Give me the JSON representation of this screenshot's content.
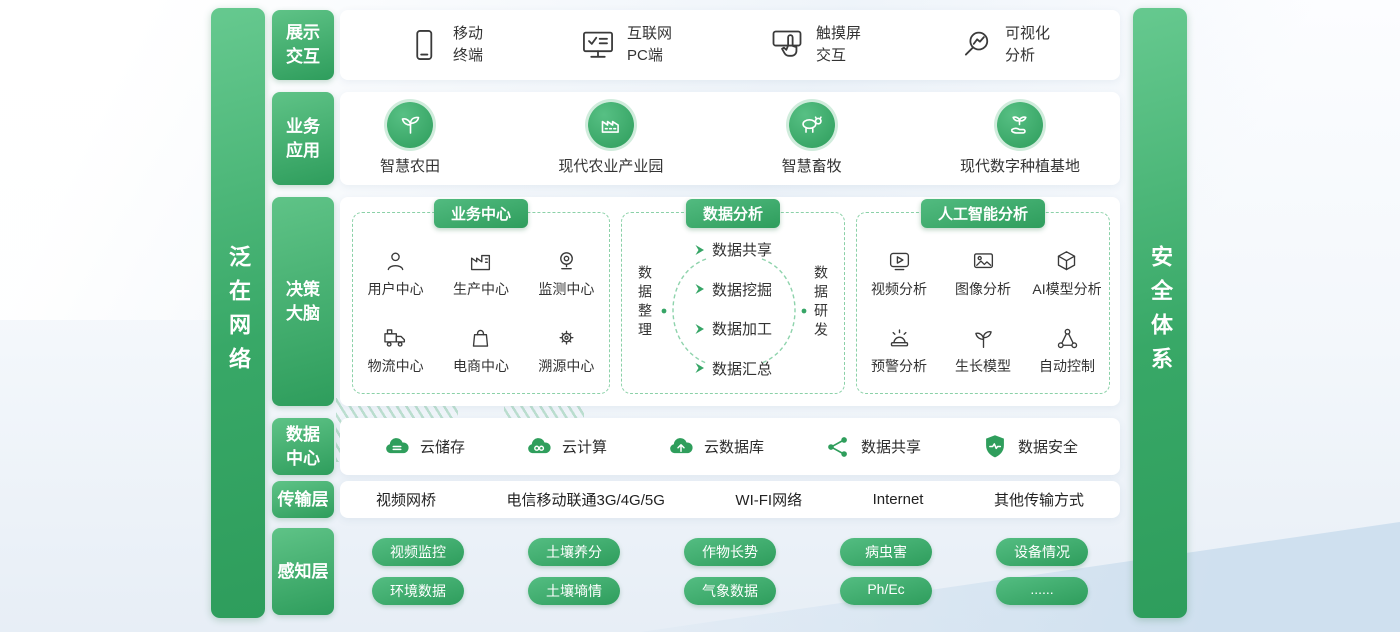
{
  "left_bar": {
    "label": "泛在网络"
  },
  "right_bar": {
    "label": "安全体系"
  },
  "display_layer": {
    "tab": "展示\n交互",
    "items": [
      {
        "icon": "mobile-icon",
        "label": "移动\n终端"
      },
      {
        "icon": "pc-icon",
        "label": "互联网\nPC端"
      },
      {
        "icon": "touch-icon",
        "label": "触摸屏\n交互"
      },
      {
        "icon": "visual-analysis-icon",
        "label": "可视化\n分析"
      }
    ]
  },
  "business_layer": {
    "tab": "业务\n应用",
    "items": [
      {
        "icon": "farmland-icon",
        "label": "智慧农田"
      },
      {
        "icon": "industrial-park-icon",
        "label": "现代农业产业园"
      },
      {
        "icon": "livestock-icon",
        "label": "智慧畜牧"
      },
      {
        "icon": "planting-base-icon",
        "label": "现代数字种植基地"
      }
    ]
  },
  "decision_layer": {
    "tab": "决策\n大脑",
    "business_center": {
      "title": "业务中心",
      "items": [
        {
          "icon": "user-icon",
          "label": "用户中心"
        },
        {
          "icon": "production-icon",
          "label": "生产中心"
        },
        {
          "icon": "monitoring-icon",
          "label": "监测中心"
        },
        {
          "icon": "logistics-icon",
          "label": "物流中心"
        },
        {
          "icon": "ecommerce-icon",
          "label": "电商中心"
        },
        {
          "icon": "traceability-icon",
          "label": "溯源中心"
        }
      ]
    },
    "data_analysis": {
      "title": "数据分析",
      "left_label": "数据整理",
      "right_label": "数据研发",
      "items": [
        "数据共享",
        "数据挖掘",
        "数据加工",
        "数据汇总"
      ]
    },
    "ai_analysis": {
      "title": "人工智能分析",
      "items": [
        {
          "icon": "video-analysis-icon",
          "label": "视频分析"
        },
        {
          "icon": "image-analysis-icon",
          "label": "图像分析"
        },
        {
          "icon": "ai-model-icon",
          "label": "AI模型分析"
        },
        {
          "icon": "warning-analysis-icon",
          "label": "预警分析"
        },
        {
          "icon": "growth-model-icon",
          "label": "生长模型"
        },
        {
          "icon": "auto-control-icon",
          "label": "自动控制"
        }
      ]
    }
  },
  "data_center_layer": {
    "tab": "数据\n中心",
    "items": [
      {
        "icon": "cloud-storage-icon",
        "label": "云储存"
      },
      {
        "icon": "cloud-computing-icon",
        "label": "云计算"
      },
      {
        "icon": "cloud-database-icon",
        "label": "云数据库"
      },
      {
        "icon": "data-share-icon",
        "label": "数据共享"
      },
      {
        "icon": "data-security-icon",
        "label": "数据安全"
      }
    ]
  },
  "transport_layer": {
    "tab": "传输层",
    "items": [
      "视频网桥",
      "电信移动联通3G/4G/5G",
      "WI-FI网络",
      "Internet",
      "其他传输方式"
    ]
  },
  "perception_layer": {
    "tab": "感知层",
    "row1": [
      "视频监控",
      "土壤养分",
      "作物长势",
      "病虫害",
      "设备情况"
    ],
    "row2": [
      "环境数据",
      "土壤墒情",
      "气象数据",
      "Ph/Ec",
      "......"
    ]
  },
  "colors": {
    "primary_green": "#2f9e5c",
    "light_green": "#5ec287",
    "dashed_green": "#8bd1a8",
    "text_dark": "#333333"
  }
}
